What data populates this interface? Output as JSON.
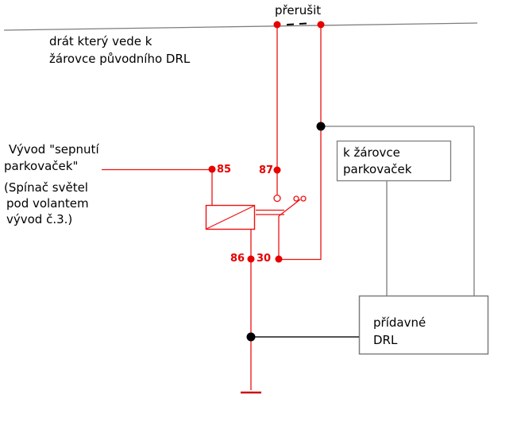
{
  "diagram": {
    "interrupt_label": "přerušit",
    "wire_note": {
      "line1": "drát který vede k",
      "line2": "žárovce původního DRL"
    },
    "output_note": {
      "line1": "Vývod \"sepnutí",
      "line2": "parkovaček\""
    },
    "switch_note": {
      "line1": "(Spínač světel",
      "line2": "pod volantem",
      "line3": "vývod č.3.)"
    },
    "relay": {
      "pin85": "85",
      "pin87": "87",
      "pin86": "86",
      "pin30": "30"
    },
    "parking_bulb_box": {
      "line1": "k žárovce",
      "line2": "parkovaček"
    },
    "drl_box": {
      "line1": "přídavné",
      "line2": "DRL"
    },
    "colors": {
      "wire_red": "#ee1111",
      "wire_gray": "#7d7d7d",
      "junction_black": "#000000",
      "text_black": "#000000"
    }
  }
}
